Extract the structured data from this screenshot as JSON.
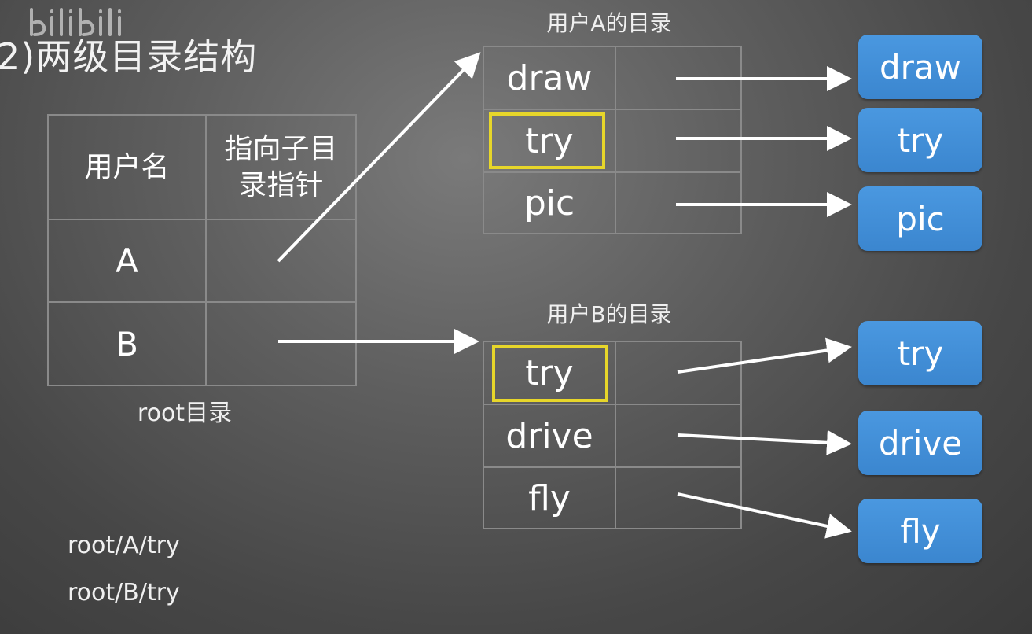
{
  "title": "2)两级目录结构",
  "watermark": "bilibili",
  "root_table": {
    "header_name": "用户名",
    "header_pointer": "指向子目录指针",
    "header_pointer_line1": "指向子目",
    "header_pointer_line2": "录指针",
    "rows": [
      "A",
      "B"
    ],
    "caption": "root目录"
  },
  "dir_a": {
    "caption": "用户A的目录",
    "entries": [
      "draw",
      "try",
      "pic"
    ],
    "highlighted": "try"
  },
  "dir_b": {
    "caption": "用户B的目录",
    "entries": [
      "try",
      "drive",
      "fly"
    ],
    "highlighted": "try"
  },
  "files_a": [
    "draw",
    "try",
    "pic"
  ],
  "files_b": [
    "try",
    "drive",
    "fly"
  ],
  "paths": [
    "root/A/try",
    "root/B/try"
  ],
  "colors": {
    "file_box": "#3f8ed8",
    "highlight": "#e7d62a",
    "grid_line": "#8a8a8a",
    "arrow": "#ffffff"
  }
}
